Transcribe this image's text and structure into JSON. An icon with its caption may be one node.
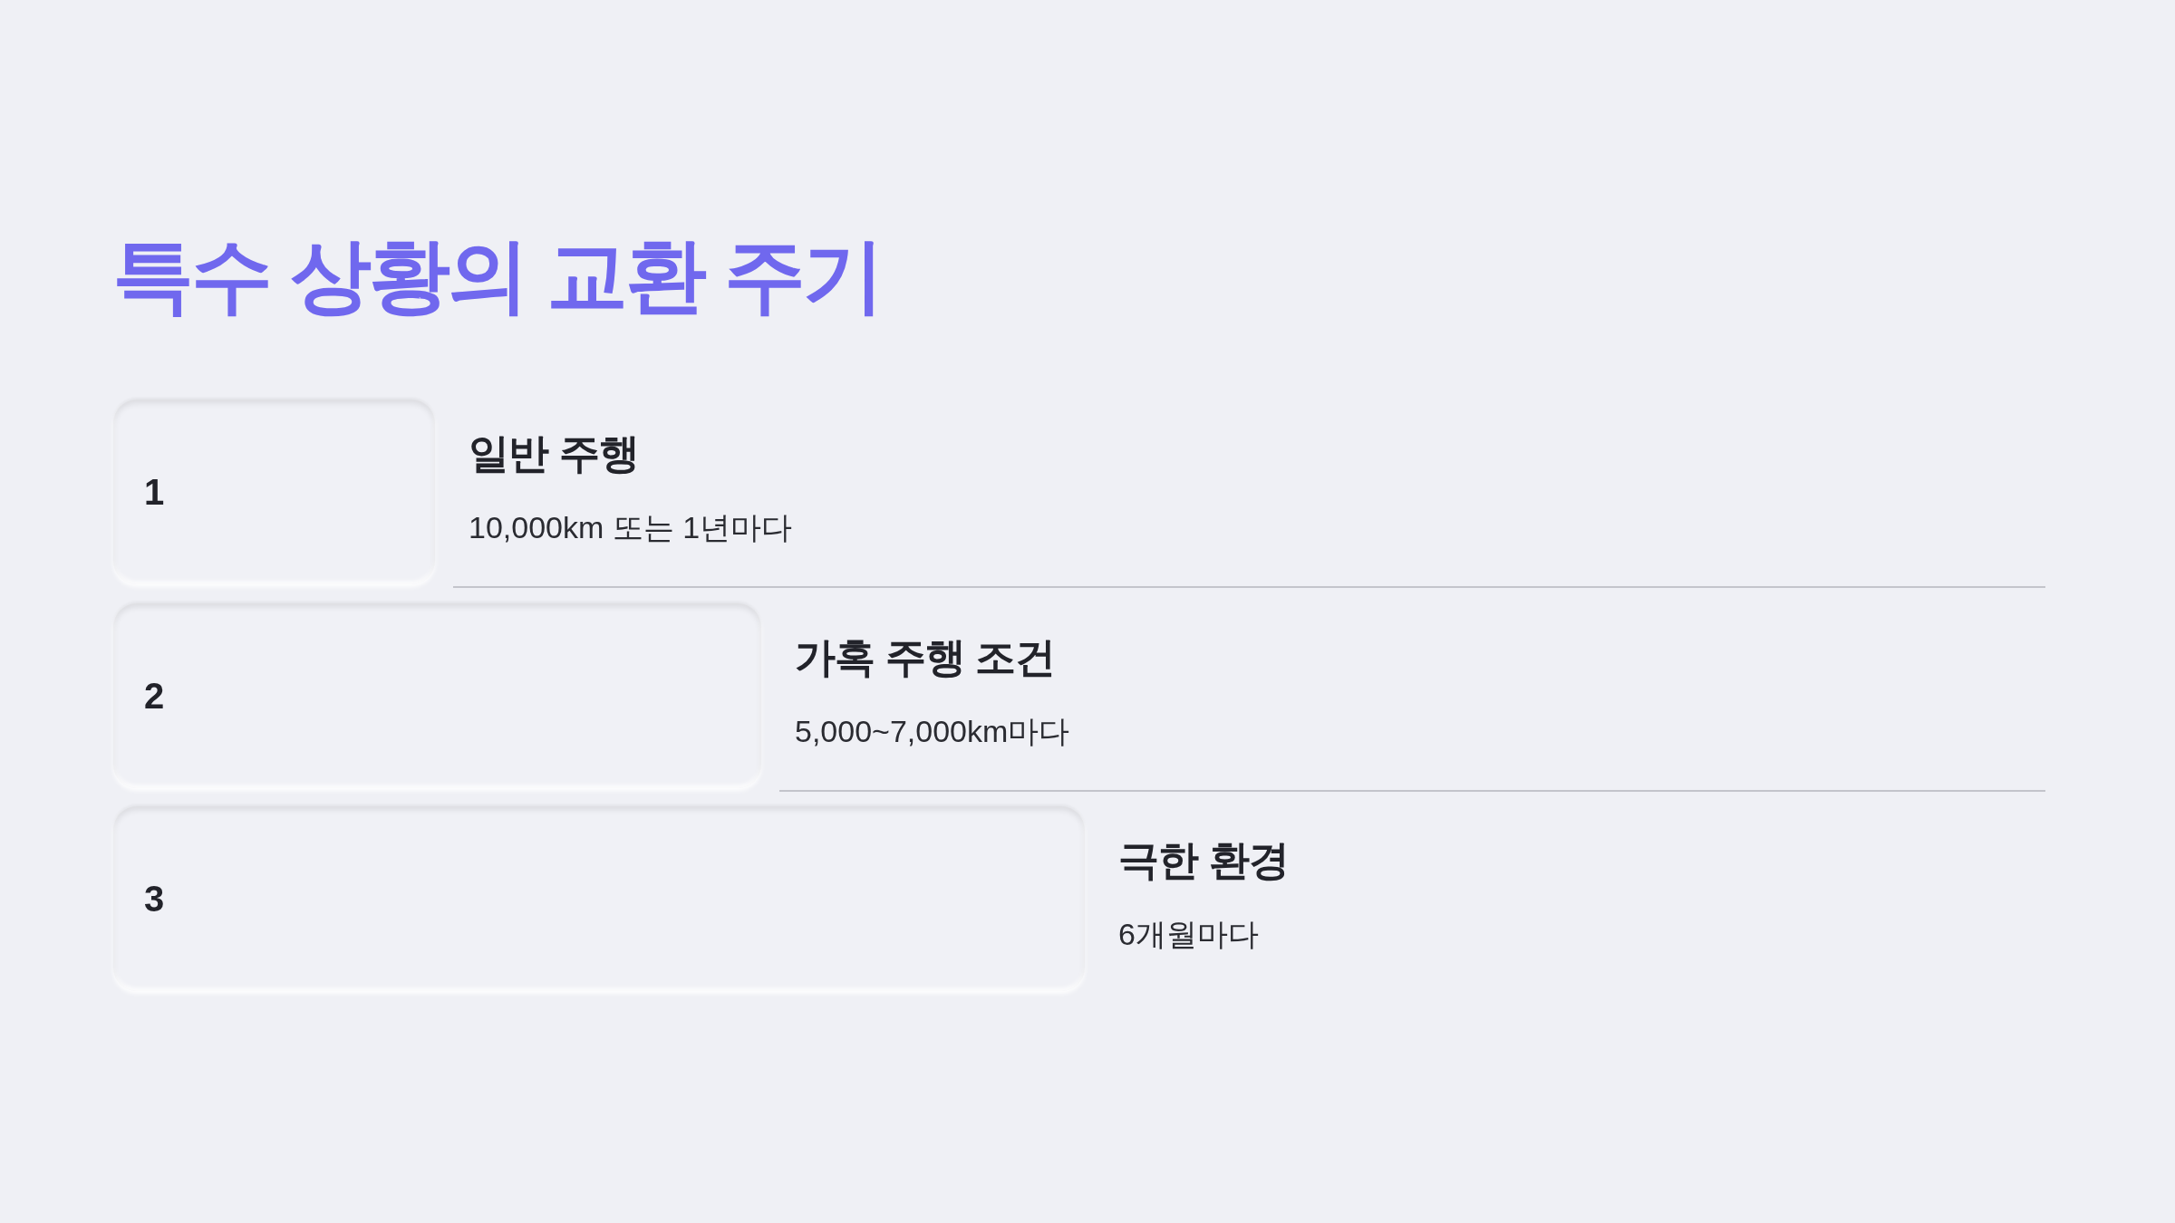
{
  "diagram": {
    "title": "특수 상황의 교환 주기",
    "nodes": [
      {
        "text": [
          "1"
        ],
        "beside": [
          "일반 주행",
          "10,000km 또는 1년마다"
        ]
      },
      {
        "text": [
          "2"
        ],
        "beside": [
          "가혹 주행 조건",
          "5,000~7,000km마다"
        ]
      },
      {
        "text": [
          "3"
        ],
        "beside": [
          "극한 환경",
          "6개월마다"
        ]
      }
    ]
  }
}
